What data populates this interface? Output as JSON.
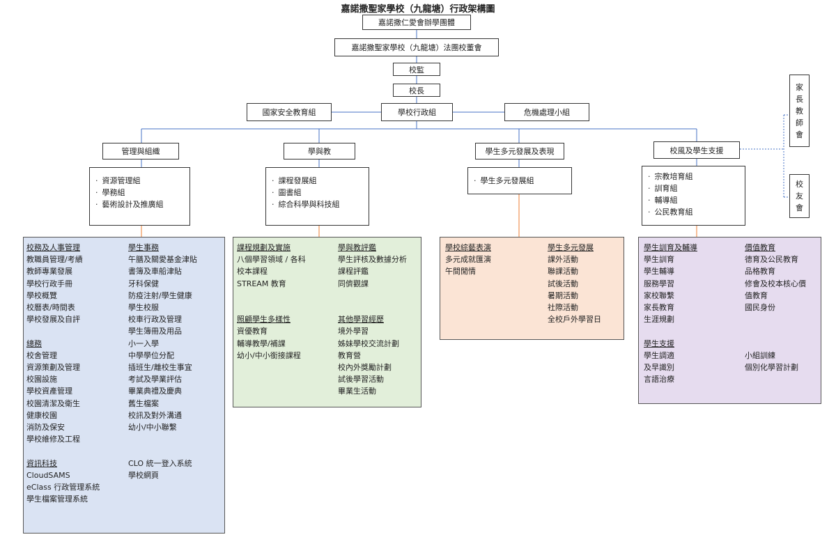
{
  "title": "嘉諾撒聖家學校（九龍塘）行政架構圖",
  "top_nodes": [
    "嘉諾撒仁愛會辦學團體",
    "嘉諾撒聖家學校（九龍塘）法團校董會",
    "校監",
    "校長"
  ],
  "admin": {
    "center": "學校行政組",
    "left": "國家安全教育組",
    "right": "危機處理小組"
  },
  "side": {
    "pta": [
      "家",
      "長",
      "教",
      "師",
      "會"
    ],
    "alumni": [
      "校",
      "友",
      "會"
    ]
  },
  "branches": [
    {
      "title": "管理與組織",
      "groups": [
        "資源管理組",
        "學務組",
        "藝術設計及推廣組"
      ]
    },
    {
      "title": "學與教",
      "groups": [
        "課程發展組",
        "圖書組",
        "綜合科學與科技組"
      ]
    },
    {
      "title": "學生多元發展及表現",
      "groups": [
        "學生多元發展組"
      ]
    },
    {
      "title": "校風及學生支援",
      "groups": [
        "宗教培育組",
        "訓育組",
        "輔導組",
        "公民教育組"
      ]
    }
  ],
  "panels": [
    {
      "color": "#dae3f3",
      "columns": [
        [
          {
            "h": "校務及人事管理"
          },
          {
            "t": "教職員管理/考績"
          },
          {
            "t": "教師專業發展"
          },
          {
            "t": "學校行政手冊"
          },
          {
            "t": "學校概覽"
          },
          {
            "t": "校曆表/時間表"
          },
          {
            "t": "學校發展及自評"
          },
          {
            "gap": true
          },
          {
            "h": "總務"
          },
          {
            "t": "校舍管理"
          },
          {
            "t": "資源策劃及管理"
          },
          {
            "t": "校園設施"
          },
          {
            "t": "學校資產管理"
          },
          {
            "t": "校園清潔及衛生"
          },
          {
            "t": "健康校園"
          },
          {
            "t": "消防及保安"
          },
          {
            "t": "學校維修及工程"
          },
          {
            "gap": true
          },
          {
            "h": "資訊科技"
          },
          {
            "t": "CloudSAMS"
          },
          {
            "t": "eClass 行政管理系統"
          },
          {
            "t": "學生檔案管理系統"
          }
        ],
        [
          {
            "h": "學生事務"
          },
          {
            "t": "午膳及關愛基金津貼"
          },
          {
            "t": "書簿及車船津貼"
          },
          {
            "t": "牙科保健"
          },
          {
            "t": "防疫注射/學生健康"
          },
          {
            "t": "學生校服"
          },
          {
            "t": "校車行政及管理"
          },
          {
            "t": "學生簿冊及用品"
          },
          {
            "t": "小一入學"
          },
          {
            "t": "中學學位分配"
          },
          {
            "t": "插班生/離校生事宜"
          },
          {
            "t": "考試及學業評估"
          },
          {
            "t": "畢業典禮及慶典"
          },
          {
            "t": "舊生檔案"
          },
          {
            "t": "校訊及對外溝通"
          },
          {
            "t": "幼小/中小聯繫"
          },
          {
            "gap": true
          },
          {
            "gap": true
          },
          {
            "t": "CLO 統一登入系統"
          },
          {
            "t": "學校網頁"
          }
        ]
      ]
    },
    {
      "color": "#e2efda",
      "columns": [
        [
          {
            "h": "課程規劃及實施"
          },
          {
            "t": "八個學習領域 / 各科"
          },
          {
            "t": "校本課程"
          },
          {
            "t": "STREAM 教育"
          },
          {
            "gap": true
          },
          {
            "gap": true
          },
          {
            "h": "照顧學生多樣性"
          },
          {
            "t": "資優教育"
          },
          {
            "t": "輔導教學/補課"
          },
          {
            "t": "幼小/中小銜接課程"
          }
        ],
        [
          {
            "h": "學與教評鑑"
          },
          {
            "t": "學生評核及數據分析"
          },
          {
            "t": "課程評鑑"
          },
          {
            "t": "同儕觀課"
          },
          {
            "gap": true
          },
          {
            "gap": true
          },
          {
            "h": "其他學習經歷"
          },
          {
            "t": "境外學習"
          },
          {
            "t": "姊妹學校交流計劃"
          },
          {
            "t": "教育營"
          },
          {
            "t": "校內外獎勵計劃"
          },
          {
            "t": "試後學習活動"
          },
          {
            "t": "畢業生活動"
          }
        ]
      ]
    },
    {
      "color": "#fbe4d5",
      "columns": [
        [
          {
            "h": "學校綜藝表演"
          },
          {
            "t": "多元成就匯演"
          },
          {
            "t": "午間閒情"
          }
        ],
        [
          {
            "h": "學生多元發展"
          },
          {
            "t": "課外活動"
          },
          {
            "t": "聯課活動"
          },
          {
            "t": "試後活動"
          },
          {
            "t": "暑期活動"
          },
          {
            "t": "社際活動"
          },
          {
            "t": "全校戶外學習日"
          }
        ]
      ]
    },
    {
      "color": "#e6dcef",
      "columns": [
        [
          {
            "h": "學生訓育及輔導"
          },
          {
            "t": "學生訓育"
          },
          {
            "t": "學生輔導"
          },
          {
            "t": "服務學習"
          },
          {
            "t": "家校聯繫"
          },
          {
            "t": "家長教育"
          },
          {
            "t": "生涯規劃"
          },
          {
            "gap": true
          },
          {
            "h": "學生支援"
          },
          {
            "t": "學生調適"
          },
          {
            "t": "及早識別"
          },
          {
            "t": "言語治療"
          }
        ],
        [
          {
            "h": "價值教育"
          },
          {
            "t": "德育及公民教育"
          },
          {
            "t": "品格教育"
          },
          {
            "t": "修會及校本核心價"
          },
          {
            "t": "值教育"
          },
          {
            "t": "國民身份"
          },
          {
            "gap": true
          },
          {
            "gap": true
          },
          {
            "gap": true
          },
          {
            "t": "小組訓練"
          },
          {
            "t": "個別化學習計劃"
          }
        ]
      ]
    }
  ]
}
